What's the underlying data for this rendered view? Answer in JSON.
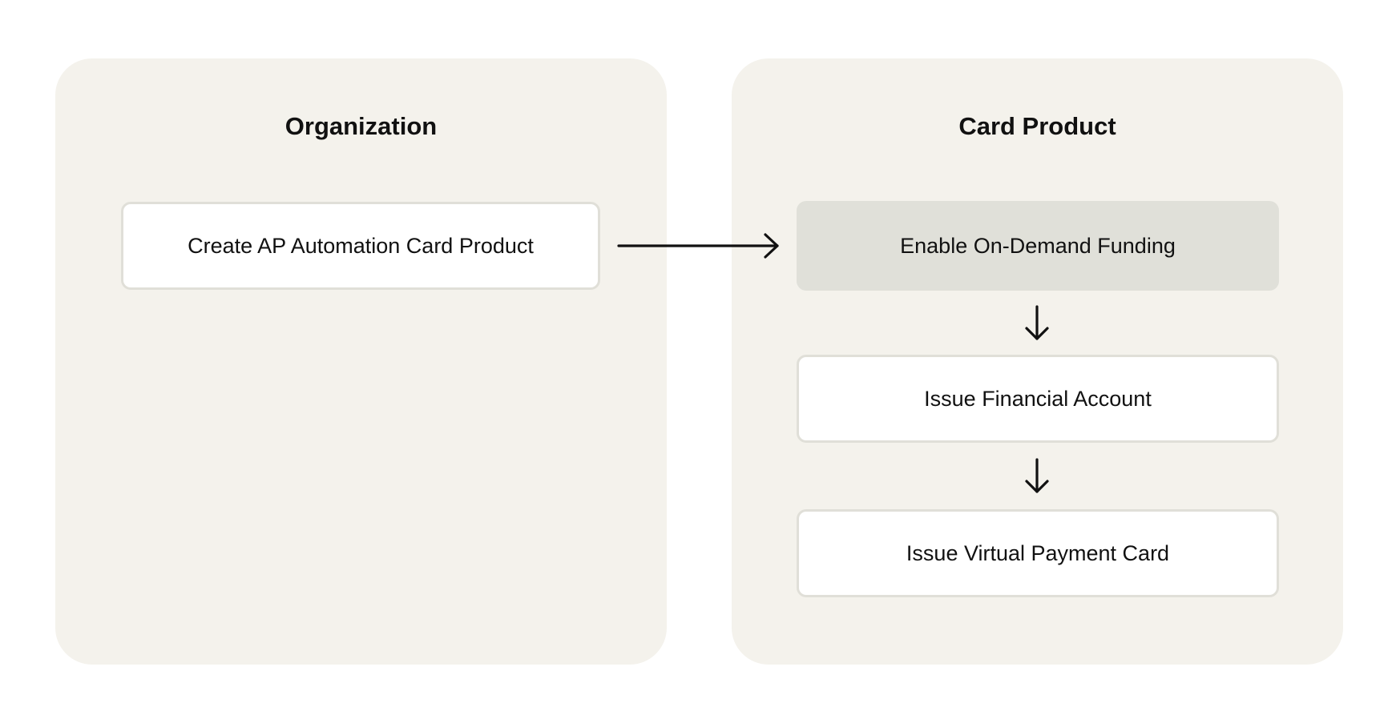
{
  "panels": [
    {
      "title": "Organization",
      "steps": [
        "Create AP Automation Card Product"
      ]
    },
    {
      "title": "Card Product",
      "steps": [
        "Enable On-Demand Funding",
        "Issue Financial Account",
        "Issue Virtual Payment Card"
      ]
    }
  ],
  "colors": {
    "panel_bg": "#f4f2ec",
    "box_border": "#e0dfd8",
    "highlight_box": "#e0e0d9",
    "arrow": "#111111"
  }
}
